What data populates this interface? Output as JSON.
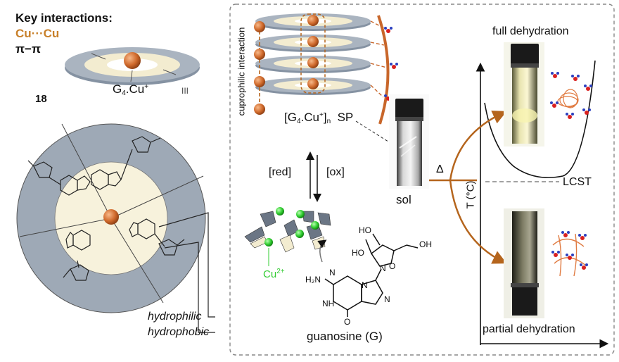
{
  "key": {
    "heading": "Key interactions:",
    "cu_cu": "Cu···Cu",
    "pi_pi": "π−π",
    "number": "18"
  },
  "tetrad": {
    "label_main": "G",
    "label_sub": "4",
    "label_dot": ".Cu",
    "label_sup": "+",
    "roman": "III"
  },
  "bottom_left": {
    "hydrophilic": "hydrophilic",
    "hydrophobic": "hydrophobic"
  },
  "stack": {
    "cuprophilic": "cuprophilic interaction",
    "label_open": "[G",
    "label_sub4": "4",
    "label_cu": ".Cu",
    "label_sup": "+",
    "label_close": "]",
    "label_n": "n",
    "label_sp": "SP"
  },
  "redox": {
    "red": "[red]",
    "ox": "[ox]"
  },
  "ions": {
    "cu2": "Cu",
    "cu2_sup": "2+"
  },
  "guanosine": {
    "caption": "guanosine (G)",
    "atoms": [
      "HO",
      "HO",
      "OH",
      "O",
      "N",
      "N",
      "NH",
      "N",
      "O",
      "H₂N",
      "N"
    ]
  },
  "vial": {
    "sol": "sol",
    "delta": "Δ"
  },
  "phase": {
    "full": "full dehydration",
    "partial": "partial dehydration",
    "axis": "T (°C)",
    "lcst": "LCST"
  },
  "colors": {
    "copper": "#c8662a",
    "bronze": "#b5651d",
    "slate": "#8895a4",
    "cream": "#f5f0d6",
    "green": "#33cc33"
  }
}
